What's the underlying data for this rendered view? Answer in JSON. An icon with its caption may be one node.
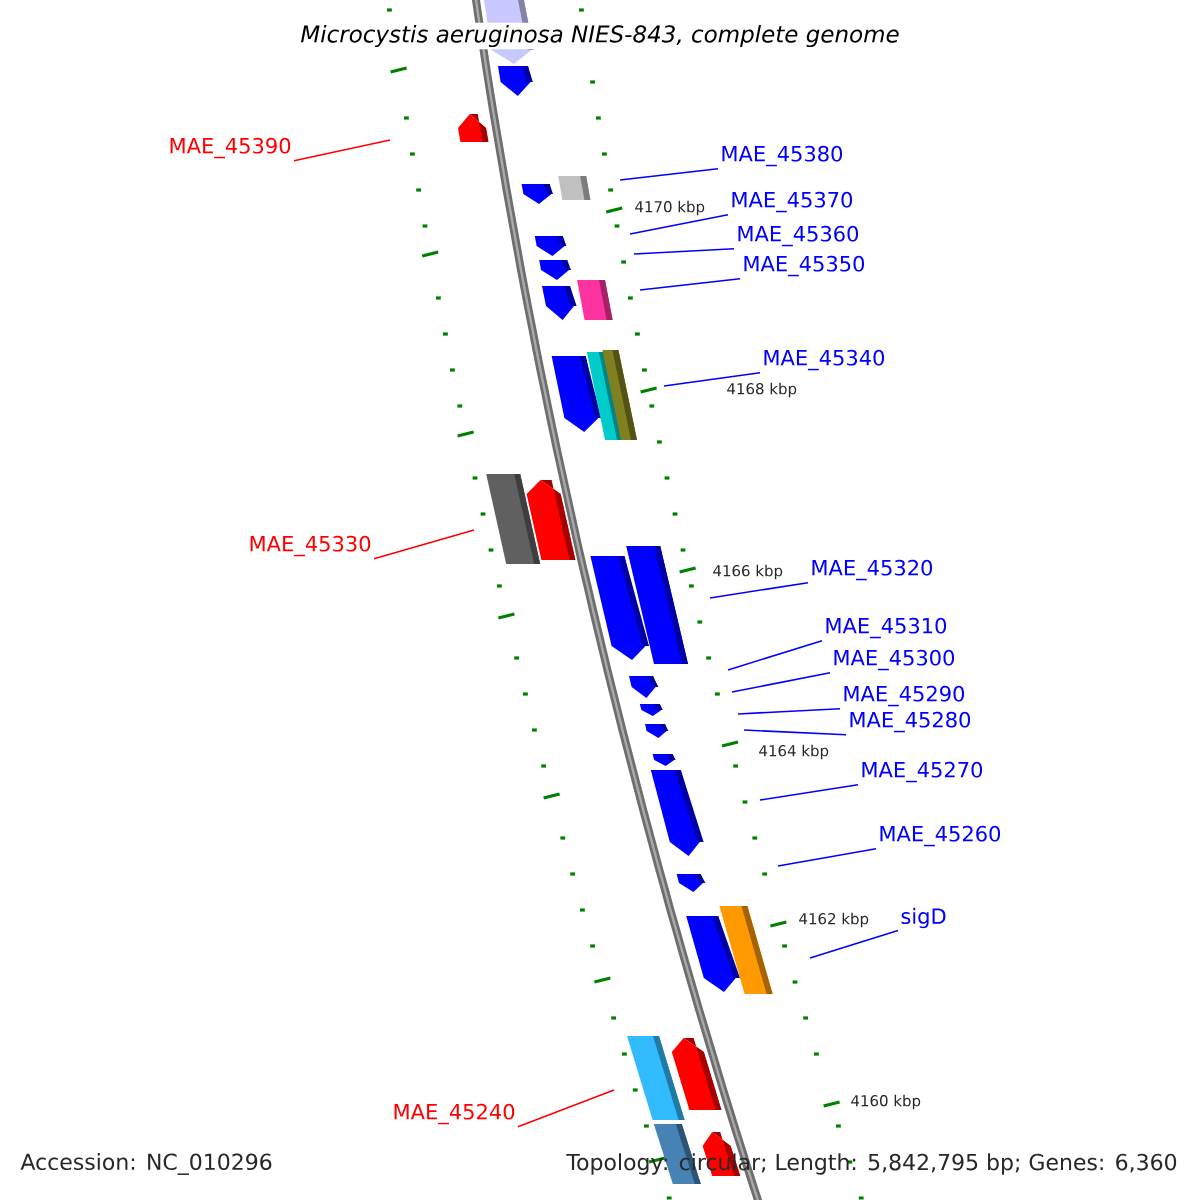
{
  "diagram": {
    "title": "Microcystis aeruginosa NIES-843, complete genome",
    "nodes": [
      {
        "text": [
          "MAE_45390"
        ]
      },
      {
        "text": [
          "MAE_45380"
        ]
      },
      {
        "text": [
          "MAE_45370"
        ]
      },
      {
        "text": [
          "MAE_45360"
        ]
      },
      {
        "text": [
          "MAE_45350"
        ]
      },
      {
        "text": [
          "MAE_45340"
        ]
      },
      {
        "text": [
          "MAE_45330"
        ]
      },
      {
        "text": [
          "MAE_45320"
        ]
      },
      {
        "text": [
          "MAE_45310"
        ]
      },
      {
        "text": [
          "MAE_45300"
        ]
      },
      {
        "text": [
          "MAE_45290"
        ]
      },
      {
        "text": [
          "MAE_45280"
        ]
      },
      {
        "text": [
          "MAE_45270"
        ]
      },
      {
        "text": [
          "MAE_45260"
        ]
      },
      {
        "text": [
          "sigD"
        ]
      },
      {
        "text": [
          "MAE_45240"
        ]
      }
    ],
    "edges": [
      {
        "from": 0,
        "to": null,
        "arrow": "none",
        "color": "#ff0000"
      },
      {
        "from": 1,
        "to": null,
        "arrow": "none"
      },
      {
        "from": 2,
        "to": null,
        "arrow": "none"
      },
      {
        "from": 3,
        "to": null,
        "arrow": "none"
      },
      {
        "from": 4,
        "to": null,
        "arrow": "none"
      },
      {
        "from": 5,
        "to": null,
        "arrow": "none"
      },
      {
        "from": 6,
        "to": null,
        "arrow": "none",
        "color": "#ff0000"
      },
      {
        "from": 7,
        "to": null,
        "arrow": "none"
      },
      {
        "from": 8,
        "to": null,
        "arrow": "none"
      },
      {
        "from": 9,
        "to": null,
        "arrow": "none"
      },
      {
        "from": 10,
        "to": null,
        "arrow": "none"
      },
      {
        "from": 11,
        "to": null,
        "arrow": "none"
      },
      {
        "from": 12,
        "to": null,
        "arrow": "none"
      },
      {
        "from": 13,
        "to": null,
        "arrow": "none"
      },
      {
        "from": 14,
        "to": null,
        "arrow": "none"
      },
      {
        "from": 15,
        "to": null,
        "arrow": "none",
        "color": "#ff0000"
      }
    ],
    "labels": [
      "4170 kbp",
      "4168 kbp",
      "4166 kbp",
      "4164 kbp",
      "4162 kbp",
      "4160 kbp",
      "Accession: NC_010296",
      "Topology: circular; Length: 5,842,795 bp; Genes: 6,360"
    ]
  }
}
